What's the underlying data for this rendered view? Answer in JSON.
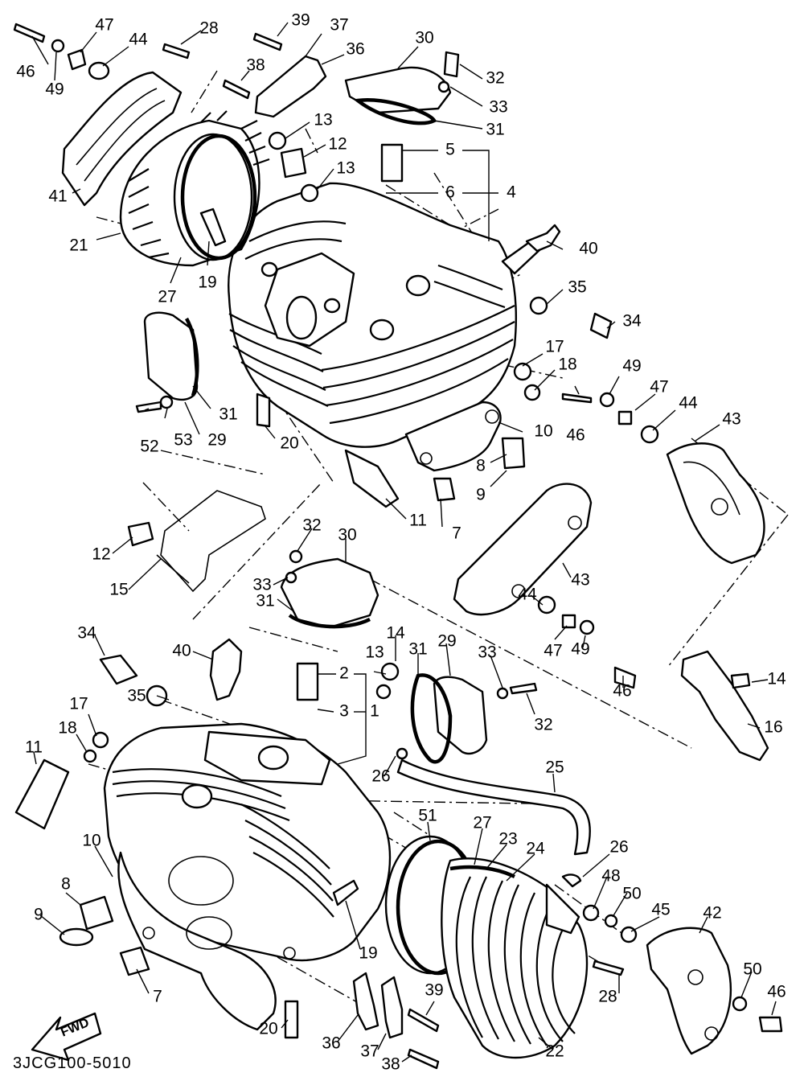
{
  "diagram": {
    "code": "3JCG100-5010",
    "fwd": "FWD",
    "labels": [
      {
        "id": "46a",
        "text": "46"
      },
      {
        "id": "49a",
        "text": "49"
      },
      {
        "id": "47a",
        "text": "47"
      },
      {
        "id": "44a",
        "text": "44"
      },
      {
        "id": "28a",
        "text": "28"
      },
      {
        "id": "39a",
        "text": "39"
      },
      {
        "id": "37a",
        "text": "37"
      },
      {
        "id": "38a",
        "text": "38"
      },
      {
        "id": "36a",
        "text": "36"
      },
      {
        "id": "30a",
        "text": "30"
      },
      {
        "id": "32a",
        "text": "32"
      },
      {
        "id": "33a",
        "text": "33"
      },
      {
        "id": "31a",
        "text": "31"
      },
      {
        "id": "13a",
        "text": "13"
      },
      {
        "id": "12a",
        "text": "12"
      },
      {
        "id": "13b",
        "text": "13"
      },
      {
        "id": "5a",
        "text": "5"
      },
      {
        "id": "6a",
        "text": "6"
      },
      {
        "id": "4a",
        "text": "4"
      },
      {
        "id": "40a",
        "text": "40"
      },
      {
        "id": "41a",
        "text": "41"
      },
      {
        "id": "21a",
        "text": "21"
      },
      {
        "id": "27a",
        "text": "27"
      },
      {
        "id": "19a",
        "text": "19"
      },
      {
        "id": "35a",
        "text": "35"
      },
      {
        "id": "34a",
        "text": "34"
      },
      {
        "id": "17a",
        "text": "17"
      },
      {
        "id": "18a",
        "text": "18"
      },
      {
        "id": "49b",
        "text": "49"
      },
      {
        "id": "47b",
        "text": "47"
      },
      {
        "id": "44b",
        "text": "44"
      },
      {
        "id": "43a",
        "text": "43"
      },
      {
        "id": "46b",
        "text": "46"
      },
      {
        "id": "31b",
        "text": "31"
      },
      {
        "id": "52a",
        "text": "52"
      },
      {
        "id": "53a",
        "text": "53"
      },
      {
        "id": "29a",
        "text": "29"
      },
      {
        "id": "20a",
        "text": "20"
      },
      {
        "id": "10a",
        "text": "10"
      },
      {
        "id": "8a",
        "text": "8"
      },
      {
        "id": "9a",
        "text": "9"
      },
      {
        "id": "11a",
        "text": "11"
      },
      {
        "id": "7a",
        "text": "7"
      },
      {
        "id": "12b",
        "text": "12"
      },
      {
        "id": "15a",
        "text": "15"
      },
      {
        "id": "32b",
        "text": "32"
      },
      {
        "id": "30b",
        "text": "30"
      },
      {
        "id": "33b",
        "text": "33"
      },
      {
        "id": "43b",
        "text": "43"
      },
      {
        "id": "31c",
        "text": "31"
      },
      {
        "id": "34b",
        "text": "34"
      },
      {
        "id": "40b",
        "text": "40"
      },
      {
        "id": "2a",
        "text": "2"
      },
      {
        "id": "14a",
        "text": "14"
      },
      {
        "id": "13c",
        "text": "13"
      },
      {
        "id": "31d",
        "text": "31"
      },
      {
        "id": "29b",
        "text": "29"
      },
      {
        "id": "33c",
        "text": "33"
      },
      {
        "id": "44c",
        "text": "44"
      },
      {
        "id": "47c",
        "text": "47"
      },
      {
        "id": "49c",
        "text": "49"
      },
      {
        "id": "46c",
        "text": "46"
      },
      {
        "id": "14b",
        "text": "14"
      },
      {
        "id": "35b",
        "text": "35"
      },
      {
        "id": "3a",
        "text": "3"
      },
      {
        "id": "1a",
        "text": "1"
      },
      {
        "id": "32c",
        "text": "32"
      },
      {
        "id": "17b",
        "text": "17"
      },
      {
        "id": "16a",
        "text": "16"
      },
      {
        "id": "18b",
        "text": "18"
      },
      {
        "id": "11b",
        "text": "11"
      },
      {
        "id": "26a",
        "text": "26"
      },
      {
        "id": "25a",
        "text": "25"
      },
      {
        "id": "51a",
        "text": "51"
      },
      {
        "id": "27b",
        "text": "27"
      },
      {
        "id": "23a",
        "text": "23"
      },
      {
        "id": "24a",
        "text": "24"
      },
      {
        "id": "26b",
        "text": "26"
      },
      {
        "id": "10b",
        "text": "10"
      },
      {
        "id": "48a",
        "text": "48"
      },
      {
        "id": "50a",
        "text": "50"
      },
      {
        "id": "45a",
        "text": "45"
      },
      {
        "id": "42a",
        "text": "42"
      },
      {
        "id": "8b",
        "text": "8"
      },
      {
        "id": "9b",
        "text": "9"
      },
      {
        "id": "19b",
        "text": "19"
      },
      {
        "id": "7b",
        "text": "7"
      },
      {
        "id": "28b",
        "text": "28"
      },
      {
        "id": "50b",
        "text": "50"
      },
      {
        "id": "46d",
        "text": "46"
      },
      {
        "id": "39b",
        "text": "39"
      },
      {
        "id": "20b",
        "text": "20"
      },
      {
        "id": "36b",
        "text": "36"
      },
      {
        "id": "37b",
        "text": "37"
      },
      {
        "id": "22a",
        "text": "22"
      },
      {
        "id": "38b",
        "text": "38"
      }
    ]
  }
}
